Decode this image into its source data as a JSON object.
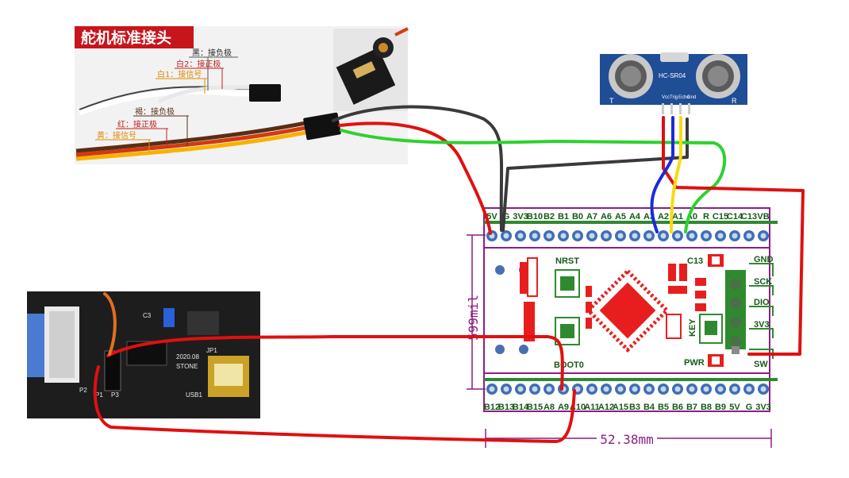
{
  "servo_panel": {
    "title": "舵机标准接头",
    "labels": [
      "黑：接负极",
      "白2：接正极",
      "白1：接信号",
      "褐：接负极",
      "红：接正极",
      "黄：接信号"
    ]
  },
  "sensor": {
    "model": "HC-SR04",
    "pins": [
      "Vcc",
      "Trig",
      "Echo",
      "Gnd"
    ],
    "corner_left": "T",
    "corner_right": "R"
  },
  "board": {
    "top_pins": [
      "5V",
      "G",
      "3V3",
      "B10",
      "B2",
      "B1",
      "B0",
      "A7",
      "A6",
      "A5",
      "A4",
      "A3",
      "A2",
      "A1",
      "A0",
      "R",
      "C15",
      "C14",
      "C13",
      "VB"
    ],
    "bottom_pins": [
      "B12",
      "B13",
      "B14",
      "B15",
      "A8",
      "A9",
      "A10",
      "A11",
      "A12",
      "A15",
      "B3",
      "B4",
      "B5",
      "B6",
      "B7",
      "B8",
      "B9",
      "5V",
      "G",
      "3V3"
    ],
    "right_pins": [
      "GND",
      "SCK",
      "DIO",
      "3V3",
      "SW"
    ],
    "buttons": [
      "NRST",
      "BOOT0",
      "KEY"
    ],
    "leds": [
      "C13",
      "PWR"
    ],
    "height_dim": "599mil",
    "width_dim": "52.38mm"
  },
  "usb_module": {
    "labels": [
      "P1",
      "P2",
      "P3",
      "C3",
      "JP1",
      "STONE",
      "2020.08",
      "USB1"
    ]
  },
  "colors": {
    "wire_red": "#e01010",
    "wire_black": "#3a3a3a",
    "wire_green": "#2ed12e",
    "wire_blue": "#1a2bd8",
    "wire_yellow": "#f4dd10",
    "board_outline": "#8a1f84",
    "pin_label": "#155a1a",
    "chip": "#e81e1e"
  }
}
